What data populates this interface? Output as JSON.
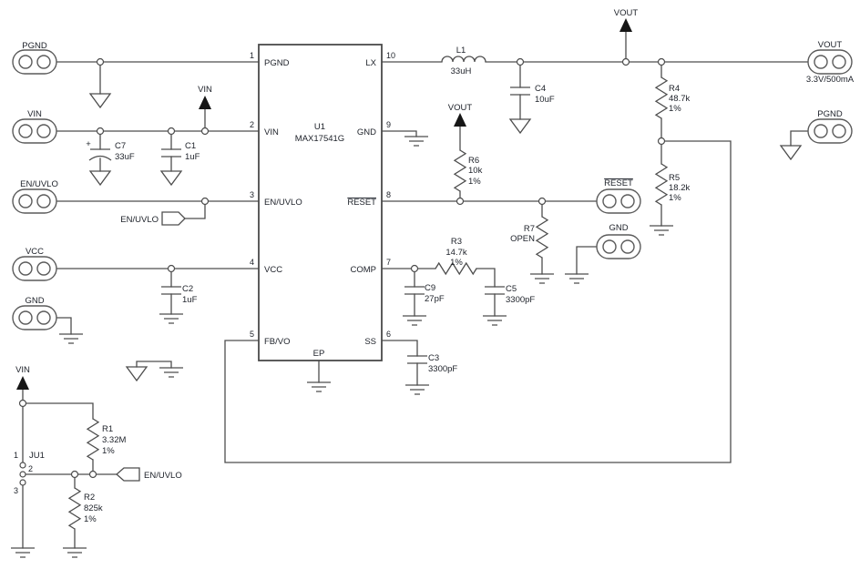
{
  "ic": {
    "ref": "U1",
    "part": "MAX17541G",
    "ep_label": "EP",
    "pins": {
      "p1": {
        "num": "1",
        "name": "PGND"
      },
      "p2": {
        "num": "2",
        "name": "VIN"
      },
      "p3": {
        "num": "3",
        "name": "EN/UVLO"
      },
      "p4": {
        "num": "4",
        "name": "VCC"
      },
      "p5": {
        "num": "5",
        "name": "FB/VO"
      },
      "p6": {
        "num": "6",
        "name": "SS"
      },
      "p7": {
        "num": "7",
        "name": "COMP"
      },
      "p8": {
        "num": "8",
        "name": "RESET"
      },
      "p9": {
        "num": "9",
        "name": "GND"
      },
      "p10": {
        "num": "10",
        "name": "LX"
      }
    }
  },
  "connectors": {
    "pgnd_left": {
      "label": "PGND"
    },
    "vin_left": {
      "label": "VIN"
    },
    "enuvlo_left": {
      "label": "EN/UVLO"
    },
    "vcc_left": {
      "label": "VCC"
    },
    "gnd_left": {
      "label": "GND"
    },
    "vout_right": {
      "label": "VOUT",
      "rating": "3.3V/500mA"
    },
    "pgnd_right": {
      "label": "PGND"
    },
    "reset_right": {
      "label": "RESET"
    },
    "gnd_right": {
      "label": "GND"
    }
  },
  "components": {
    "l1": {
      "ref": "L1",
      "value": "33uH"
    },
    "c1": {
      "ref": "C1",
      "value": "1uF"
    },
    "c2": {
      "ref": "C2",
      "value": "1uF"
    },
    "c3": {
      "ref": "C3",
      "value": "3300pF"
    },
    "c4": {
      "ref": "C4",
      "value": "10uF"
    },
    "c5": {
      "ref": "C5",
      "value": "3300pF"
    },
    "c7": {
      "ref": "C7",
      "value": "33uF",
      "polarity": "+"
    },
    "c9": {
      "ref": "C9",
      "value": "27pF"
    },
    "r1": {
      "ref": "R1",
      "value": "3.32M",
      "tolerance": "1%"
    },
    "r2": {
      "ref": "R2",
      "value": "825k",
      "tolerance": "1%"
    },
    "r3": {
      "ref": "R3",
      "value": "14.7k",
      "tolerance": "1%"
    },
    "r4": {
      "ref": "R4",
      "value": "48.7k",
      "tolerance": "1%"
    },
    "r5": {
      "ref": "R5",
      "value": "18.2k",
      "tolerance": "1%"
    },
    "r6": {
      "ref": "R6",
      "value": "10k",
      "tolerance": "1%"
    },
    "r7": {
      "ref": "R7",
      "value": "OPEN"
    }
  },
  "jumper": {
    "ref": "JU1",
    "pins": {
      "p1": "1",
      "p2": "2",
      "p3": "3"
    }
  },
  "net_labels": {
    "vin_top": "VIN",
    "vin_bottom": "VIN",
    "vout_lx": "VOUT",
    "vout_r6": "VOUT",
    "enuvlo_mid": "EN/UVLO",
    "enuvlo_bottom": "EN/UVLO"
  },
  "colors": {
    "wire": "#4d4d4d",
    "text": "#20242c",
    "background": "#ffffff"
  }
}
